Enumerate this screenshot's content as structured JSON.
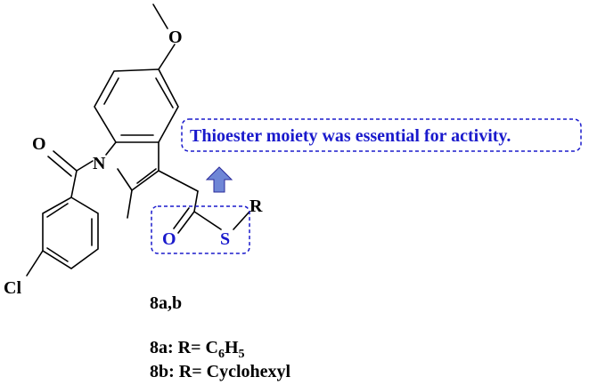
{
  "atoms": {
    "oxygen_methoxy": "O",
    "nitrogen": "N",
    "oxygen_carbonyl": "O",
    "chlorine": "Cl",
    "oxygen_thioester": "O",
    "sulfur": "S",
    "r_group": "R"
  },
  "annotation": {
    "text": "Thioester moiety was essential for activity."
  },
  "compound_label": "8a,b",
  "variants": [
    {
      "prefix": "8a: R= C",
      "sub1": "6",
      "mid": "H",
      "sub2": "5"
    },
    {
      "prefix": "8b: R= Cyclohexyl"
    }
  ],
  "colors": {
    "highlight": "#1a1acc",
    "arrow_fill": "#6f86d6",
    "bond": "#000000"
  }
}
